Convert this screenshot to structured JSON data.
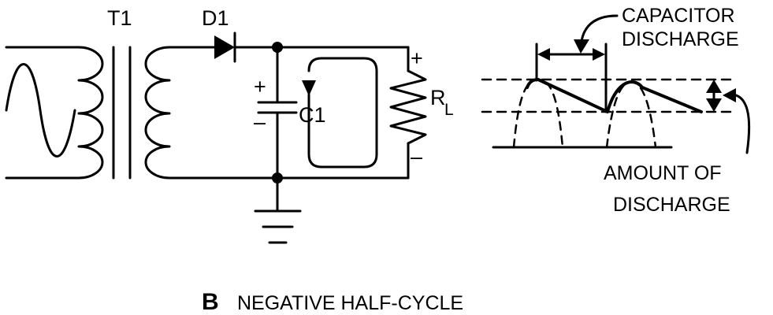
{
  "labels": {
    "transformer": "T1",
    "diode": "D1",
    "capacitor": "C1",
    "resistor_main": "R",
    "resistor_sub": "L",
    "plus_cap": "+",
    "minus_cap": "–",
    "plus_res": "+",
    "minus_res": "–",
    "cap_discharge_line1": "CAPACITOR",
    "cap_discharge_line2": "DISCHARGE",
    "amount_line1": "AMOUNT OF",
    "amount_line2": "DISCHARGE"
  },
  "caption": {
    "letter": "B",
    "text": "NEGATIVE HALF-CYCLE"
  }
}
